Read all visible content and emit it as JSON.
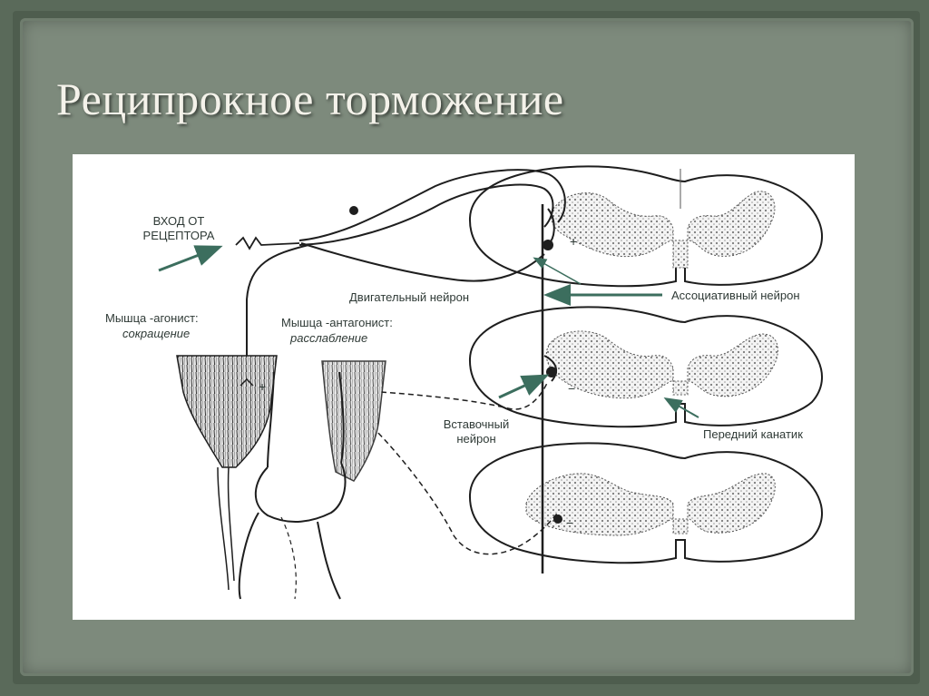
{
  "slide": {
    "title": "Реципрокное торможение"
  },
  "diagram": {
    "labels": {
      "receptor_input": [
        "ВХОД ОТ",
        "РЕЦЕПТОРА"
      ],
      "agonist_muscle": "Мышца -агонист:",
      "agonist_state": "сокращение",
      "antagonist_muscle": "Мышца -антагонист:",
      "antagonist_state": "расслабление",
      "motor_neuron": "Двигательный нейрон",
      "association_neuron": "Ассоциативный нейрон",
      "interneuron": [
        "Вставочный",
        "нейрон"
      ],
      "anterior_funiculus": "Передний канатик"
    },
    "synapse_signs": [
      "+",
      "+",
      "−",
      "−"
    ],
    "colors": {
      "background": "#5a6a5a",
      "panel": "#7d8a7c",
      "title": "#f4f2ea",
      "arrow": "#3c6e5e",
      "ink": "#1e1e1e"
    }
  }
}
